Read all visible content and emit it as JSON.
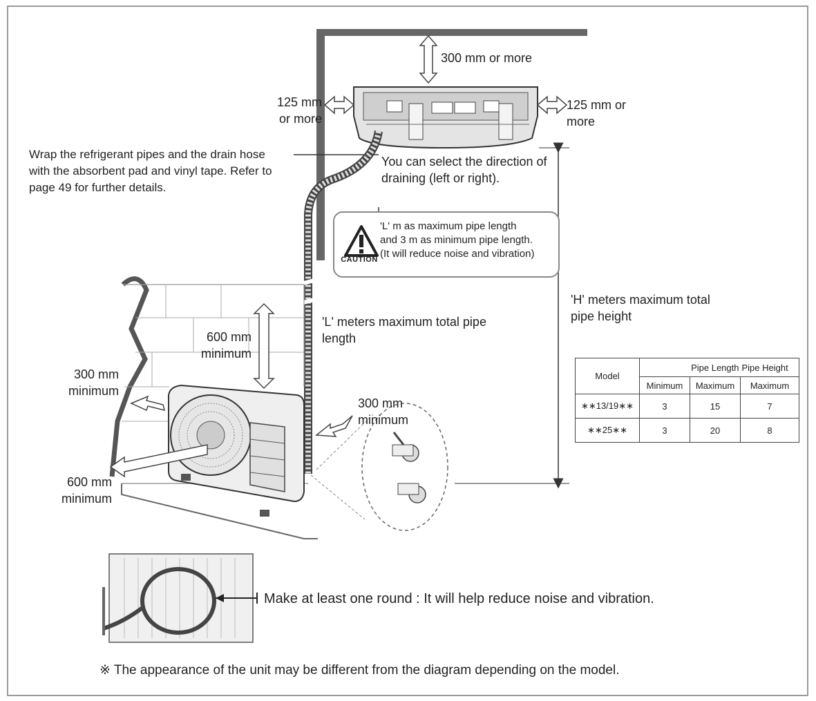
{
  "clearances": {
    "top": "300 mm or more",
    "left_indoor": [
      "125 mm",
      "or more"
    ],
    "right_indoor": [
      "125 mm or",
      "more"
    ],
    "outdoor_top": [
      "600 mm",
      "minimum"
    ],
    "outdoor_left": [
      "300 mm",
      "minimum"
    ],
    "outdoor_right": [
      "300 mm",
      "minimum"
    ],
    "outdoor_front": [
      "600 mm",
      "minimum"
    ]
  },
  "notes": {
    "wrap": [
      "Wrap the refrigerant pipes and the drain hose",
      "with the absorbent pad and vinyl tape. Refer to",
      "page 49 for further details."
    ],
    "drain": [
      "You can select the direction of",
      "draining (left or right)."
    ],
    "pipe_length": [
      "'L' meters maximum total pipe",
      "length"
    ],
    "pipe_height": [
      "'H' meters maximum total",
      "pipe height"
    ],
    "round": "Make at least one round : It will help reduce noise and vibration.",
    "appearance": "※ The appearance of the unit may be different from the diagram depending on the model."
  },
  "caution": {
    "label": "CAUTION",
    "lines": [
      "'L' m as maximum pipe length",
      "and 3 m as minimum pipe length.",
      "(It will reduce noise and vibration)"
    ]
  },
  "table": {
    "header_model": "Model",
    "header_length": "Pipe Length",
    "header_height": "Pipe Height",
    "sub_min": "Minimum",
    "sub_max": "Maximum",
    "sub_hmax": "Maximum",
    "rows": [
      {
        "model": "∗∗13/19∗∗",
        "min": "3",
        "max": "15",
        "height": "7"
      },
      {
        "model": "∗∗25∗∗",
        "min": "3",
        "max": "20",
        "height": "8"
      }
    ]
  }
}
